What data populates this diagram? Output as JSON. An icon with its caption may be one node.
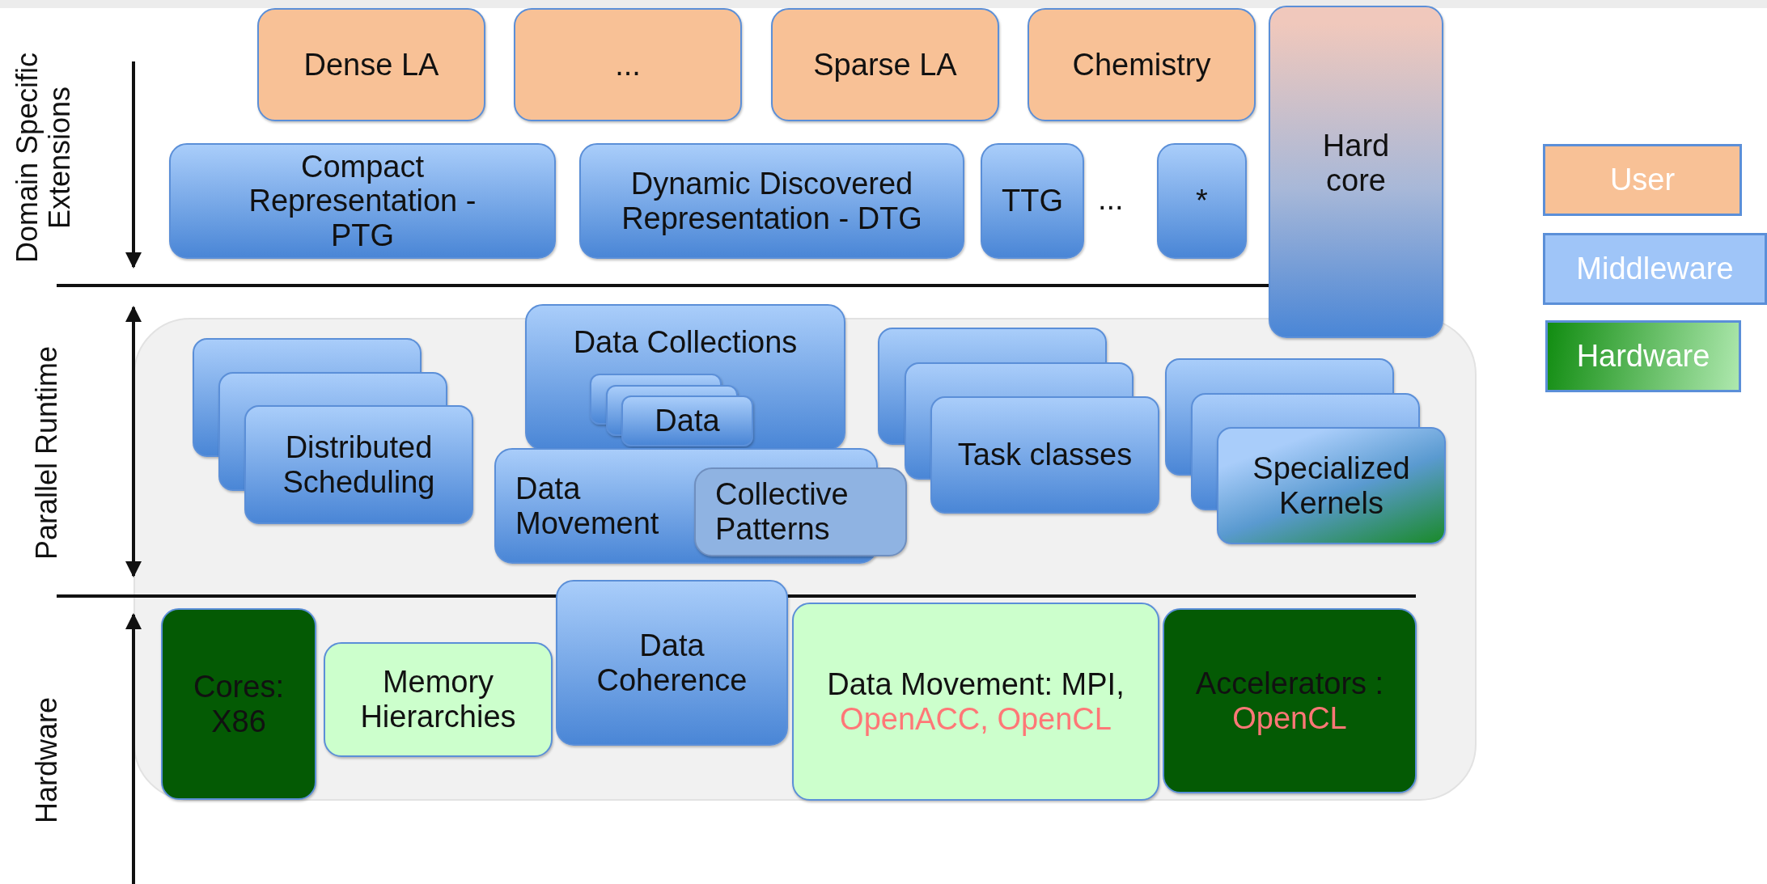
{
  "diagram": {
    "nodes": [
      {
        "text": [
          "Dense LA"
        ]
      },
      {
        "text": [
          "..."
        ]
      },
      {
        "text": [
          "Sparse LA"
        ]
      },
      {
        "text": [
          "Chemistry"
        ]
      },
      {
        "text": [
          "Hard core"
        ]
      },
      {
        "text": [
          "Compact Representation - PTG"
        ]
      },
      {
        "text": [
          "Dynamic Discovered Representation - DTG"
        ]
      },
      {
        "text": [
          "TTG"
        ]
      },
      {
        "text": [
          "*"
        ]
      },
      {
        "text": [
          "Distributed Scheduling"
        ]
      },
      {
        "text": [
          "Data Collections"
        ]
      },
      {
        "text": [
          "Data"
        ],
        "in": 10
      },
      {
        "text": [
          "Task classes"
        ]
      },
      {
        "text": [
          "Data Movement"
        ]
      },
      {
        "text": [
          "Collective Patterns"
        ]
      },
      {
        "text": [
          "Specialized Kernels"
        ]
      },
      {
        "text": [
          "Cores: X86"
        ]
      },
      {
        "text": [
          "Memory Hierarchies"
        ]
      },
      {
        "text": [
          "Data Coherence"
        ]
      },
      {
        "text": [
          "Data Movement: MPI,",
          "OpenACC, OpenCL"
        ]
      },
      {
        "text": [
          "Accelerators :",
          "OpenCL"
        ]
      }
    ],
    "edges": [],
    "labels": [
      "Domain Specific Extensions",
      "...",
      "Parallel Runtime",
      "Hardware"
    ],
    "legend": [
      {
        "text": "User",
        "color": "#f8c196"
      },
      {
        "text": "Middleware",
        "color": "#9fc5f8"
      },
      {
        "text": "Hardware",
        "color": "#118c11"
      }
    ]
  }
}
